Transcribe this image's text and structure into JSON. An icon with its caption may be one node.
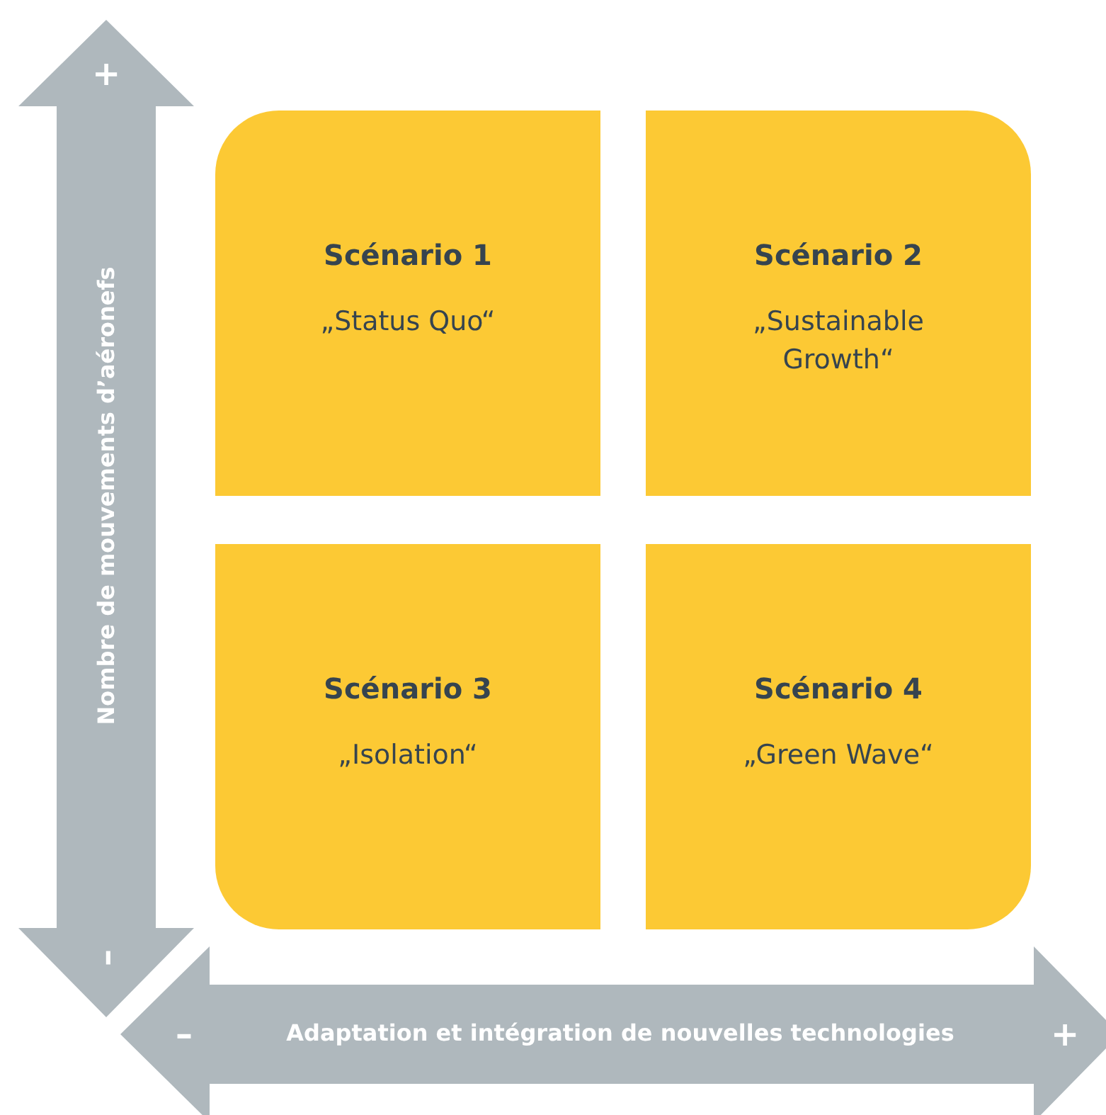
{
  "diagram": {
    "nodes": [
      {
        "text": [
          "Scénario 1",
          "„Status Quo“"
        ]
      },
      {
        "text": [
          "Scénario 2",
          "„Sustainable Growth“"
        ]
      },
      {
        "text": [
          "Scénario 3",
          "„Isolation“"
        ]
      },
      {
        "text": [
          "Scénario 4",
          "„Green Wave“"
        ]
      }
    ],
    "labels": [
      "+",
      "Nombre de mouvements d’aéronefs",
      "–",
      "–",
      "Adaptation et intégration de nouvelles technologies",
      "+"
    ]
  }
}
